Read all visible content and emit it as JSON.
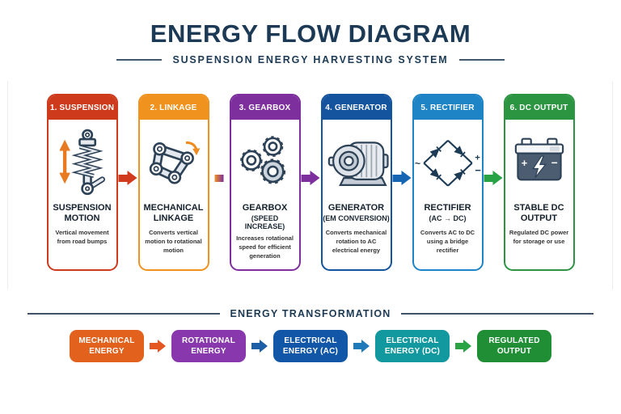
{
  "header": {
    "title": "ENERGY FLOW DIAGRAM",
    "subtitle": "SUSPENSION ENERGY HARVESTING SYSTEM"
  },
  "colors": {
    "navy_text": "#1c3a55",
    "divider_line": "#3f5266",
    "icon_stroke": "#2e4257"
  },
  "stages": [
    {
      "header": "1. SUSPENSION",
      "color": "#ce3a1c",
      "icon": "shock-absorber-icon",
      "heading": "SUSPENSION MOTION",
      "sub": "",
      "desc": "Vertical movement from road bumps"
    },
    {
      "header": "2. LINKAGE",
      "color": "#f0921e",
      "icon": "mechanical-linkage-icon",
      "heading": "MECHANICAL LINKAGE",
      "sub": "",
      "desc": "Converts vertical motion to rotational motion"
    },
    {
      "header": "3. GEARBOX",
      "color": "#7e2f9e",
      "icon": "gears-icon",
      "heading": "GEARBOX",
      "sub": "(SPEED INCREASE)",
      "desc": "Increases rotational speed for efficient generation"
    },
    {
      "header": "4. GENERATOR",
      "color": "#14539d",
      "icon": "generator-motor-icon",
      "heading": "GENERATOR",
      "sub": "(EM CONVERSION)",
      "desc": "Converts mechanical rotation to AC electrical energy"
    },
    {
      "header": "5. RECTIFIER",
      "color": "#1e84c6",
      "icon": "bridge-rectifier-icon",
      "heading": "RECTIFIER",
      "sub": "(AC → DC)",
      "desc": "Converts AC to DC using a bridge rectifier"
    },
    {
      "header": "6. DC OUTPUT",
      "color": "#2b9542",
      "icon": "battery-icon",
      "heading": "STABLE DC OUTPUT",
      "sub": "",
      "desc": "Regulated DC power for storage or use"
    }
  ],
  "stage_arrows": [
    {
      "color": "#d23a1d"
    },
    {
      "color": "#7e2f9e",
      "color_from": "#f0921e",
      "color_to": "#7e2f9e"
    },
    {
      "color": "#7e2f9e"
    },
    {
      "color": "#1565b2"
    },
    {
      "color": "#27a244"
    }
  ],
  "transformation": {
    "title": "ENERGY TRANSFORMATION",
    "pills": [
      {
        "label": "MECHANICAL ENERGY",
        "color": "#e2611c"
      },
      {
        "label": "ROTATIONAL ENERGY",
        "color": "#8838ac"
      },
      {
        "label": "ELECTRICAL ENERGY (AC)",
        "color": "#1256a8"
      },
      {
        "label": "ELECTRICAL ENERGY (DC)",
        "color": "#12989f"
      },
      {
        "label": "REGULATED OUTPUT",
        "color": "#1f8e35"
      }
    ],
    "arrows": [
      {
        "color": "#e45722"
      },
      {
        "color": "#1c5fa6"
      },
      {
        "color": "#1e7ab8"
      },
      {
        "color": "#2aa344"
      }
    ]
  }
}
